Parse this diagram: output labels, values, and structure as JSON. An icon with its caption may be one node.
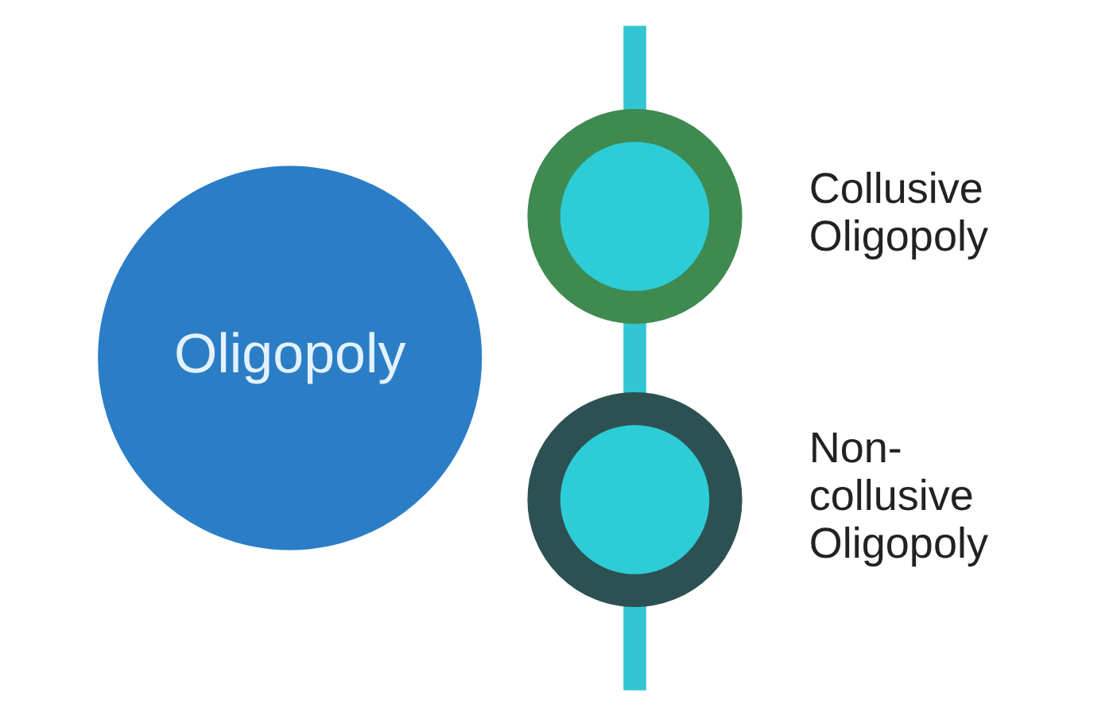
{
  "diagram": {
    "nodes": [
      {
        "text": [
          "Oligopoly"
        ]
      },
      {
        "text": [],
        "shape": "circle",
        "beside": [
          "Collusive Oligopoly"
        ]
      },
      {
        "text": [],
        "shape": "circle",
        "beside": [
          "Non-collusive Oligopoly"
        ]
      }
    ],
    "edges": [
      {
        "from": null,
        "to": 1,
        "arrow": "none"
      },
      {
        "from": 1,
        "to": 2,
        "arrow": "none"
      },
      {
        "from": 2,
        "to": null,
        "arrow": "none"
      }
    ]
  }
}
